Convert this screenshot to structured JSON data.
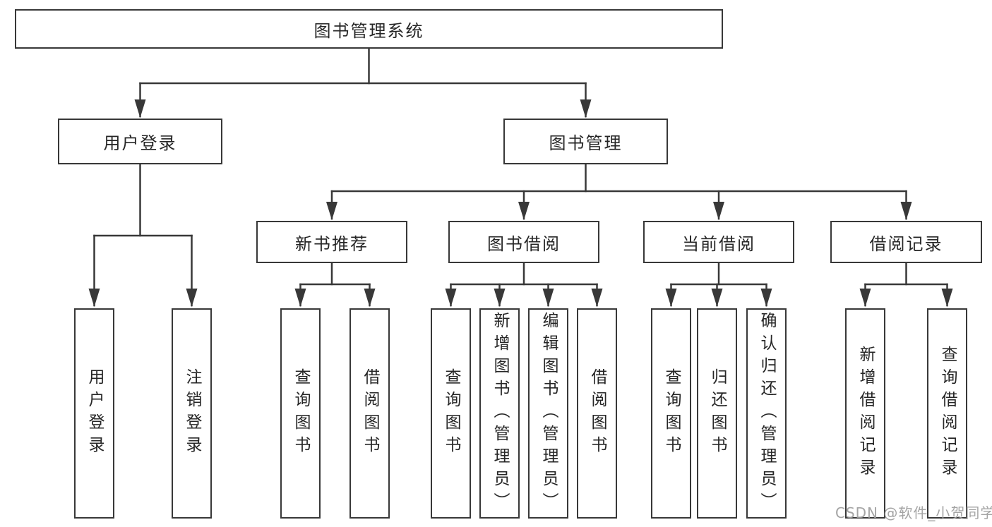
{
  "diagram": {
    "root": {
      "label": "图书管理系统"
    },
    "level2": [
      {
        "label": "用户登录"
      },
      {
        "label": "图书管理"
      }
    ],
    "level3": [
      {
        "label": "新书推荐"
      },
      {
        "label": "图书借阅"
      },
      {
        "label": "当前借阅"
      },
      {
        "label": "借阅记录"
      }
    ],
    "leaves": {
      "user_login": [
        "用户登录",
        "注销登录"
      ],
      "new_book_recommend": [
        "查询图书",
        "借阅图书"
      ],
      "book_borrowing": [
        "查询图书",
        "新增图书（管理员）",
        "编辑图书（管理员）",
        "借阅图书"
      ],
      "current_borrowing": [
        "查询图书",
        "归还图书",
        "确认归还（管理员）"
      ],
      "borrowing_records": [
        "新增借阅记录",
        "查询借阅记录"
      ]
    }
  },
  "watermark": {
    "text": "CSDN @软件_小贺同学"
  },
  "colors": {
    "line": "#383838",
    "box_border": "#383838",
    "text": "#262626",
    "watermark": "#9d9d9d",
    "background": "#ffffff"
  }
}
